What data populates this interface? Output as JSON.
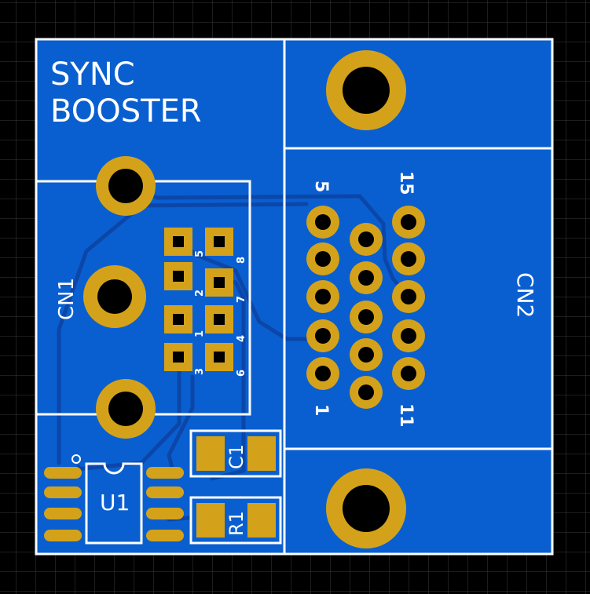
{
  "colors": {
    "background": "#000000",
    "grid": "#3a3a3a",
    "copper_fill": "#0a5fd0",
    "trace": "#0b46a8",
    "pad": "#d4a21a",
    "silkscreen": "#ffffff"
  },
  "board": {
    "title_line1": "SYNC",
    "title_line2": "BOOSTER"
  },
  "components": {
    "cn1": {
      "ref": "CN1",
      "pin_labels": [
        "5",
        "2",
        "1",
        "3",
        "8",
        "7",
        "4",
        "6"
      ]
    },
    "cn2": {
      "ref": "CN2",
      "pin_labels": [
        "5",
        "15",
        "1",
        "11"
      ]
    },
    "u1": {
      "ref": "U1"
    },
    "c1": {
      "ref": "C1"
    },
    "r1": {
      "ref": "R1"
    }
  }
}
